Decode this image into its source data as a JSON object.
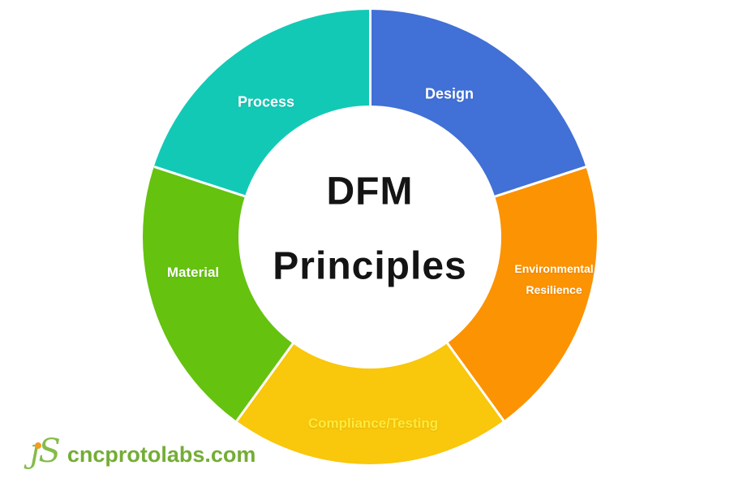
{
  "background_color": "#ffffff",
  "chart_data": {
    "type": "pie",
    "subtype": "donut",
    "title": "DFM Principles",
    "title_lines": [
      "DFM",
      "Principles"
    ],
    "title_color": "#141414",
    "direction": "clockwise",
    "start_angle_deg": 0,
    "divider_color": "#ffffff",
    "legend_position": "none",
    "values_note": "no numeric labels shown; five visually equal slices, ~20% each",
    "segments": [
      {
        "label": "Design",
        "value": 20,
        "color": "#4170d6",
        "label_color": "#ffffff"
      },
      {
        "label": "Environmental Resilience",
        "value": 20,
        "color": "#fb9303",
        "label_color": "#ffffff",
        "label_lines": [
          "Environmental",
          "Resilience"
        ]
      },
      {
        "label": "Compliance/Testing",
        "value": 20,
        "color": "#f9c70b",
        "label_color": "#ffe93c"
      },
      {
        "label": "Material",
        "value": 20,
        "color": "#65c20f",
        "label_color": "#ffffff"
      },
      {
        "label": "Process",
        "value": 20,
        "color": "#12c9b6",
        "label_color": "#ffffff"
      }
    ]
  },
  "logo": {
    "monogram": "jS",
    "domain": "cncprotolabs.com",
    "monogram_color": "#86bb4a",
    "domain_color": "#74ad36",
    "dot_color": "#f59b20"
  }
}
